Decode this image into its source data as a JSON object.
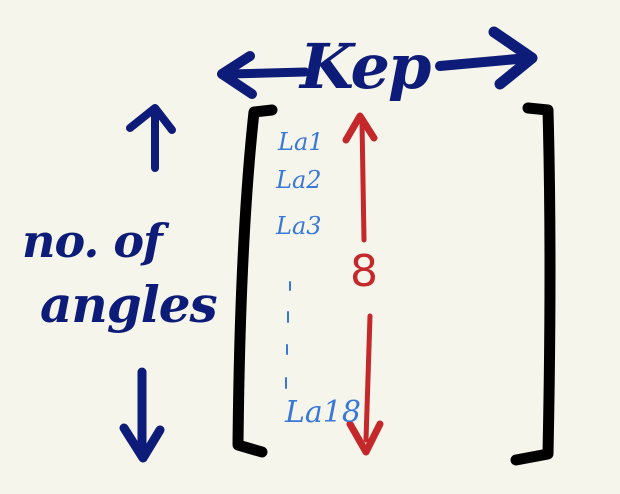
{
  "header": {
    "label": "Kep"
  },
  "side_label": {
    "line1": "no. of",
    "line2": "angles"
  },
  "matrix": {
    "rows": [
      "La1",
      "La2",
      "La3",
      "La18"
    ],
    "row_count_label": "8"
  },
  "colors": {
    "navy": "#0d1c78",
    "blue": "#3a78d8",
    "red": "#c4282a",
    "black": "#000000",
    "background": "#f6f5ec"
  }
}
